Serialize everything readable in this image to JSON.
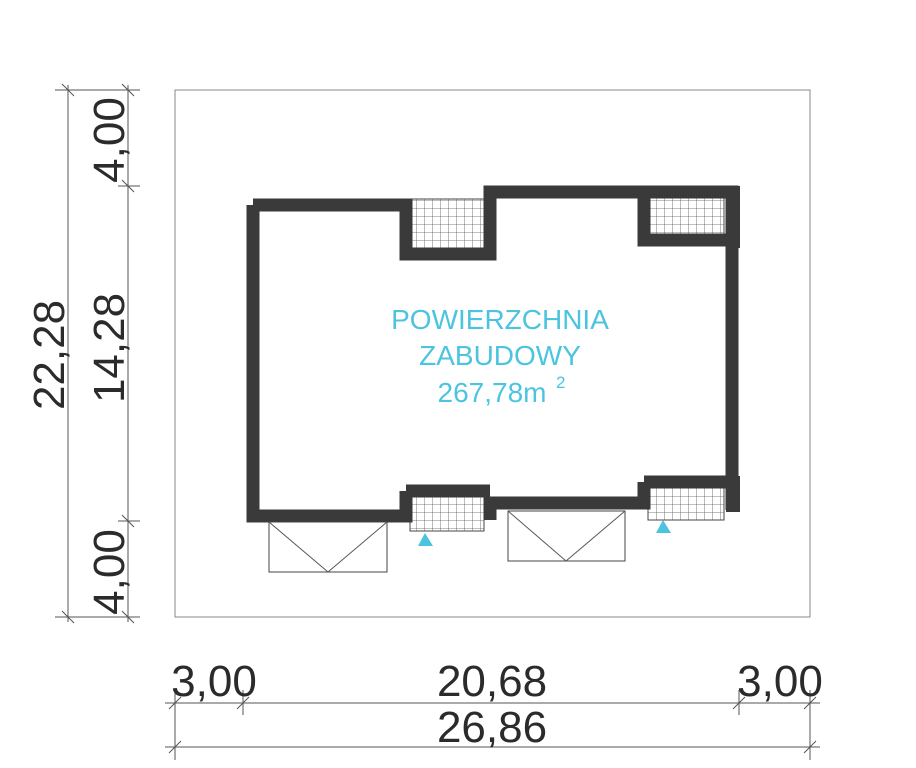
{
  "area": {
    "line1": "POWIERZCHNIA",
    "line2": "ZABUDOWY",
    "value": "267,78m",
    "unit_power": "2",
    "color": "#4cc4e0"
  },
  "dimensions": {
    "total_height": "22,28",
    "top_offset": "4,00",
    "building_depth": "14,28",
    "bottom_offset": "4,00",
    "left_offset": "3,00",
    "building_width": "20,68",
    "right_offset": "3,00",
    "total_width": "26,86"
  },
  "colors": {
    "wall": "#3a3a3a",
    "accent": "#4cc4e0",
    "dimension_text": "#2b2b2b"
  }
}
